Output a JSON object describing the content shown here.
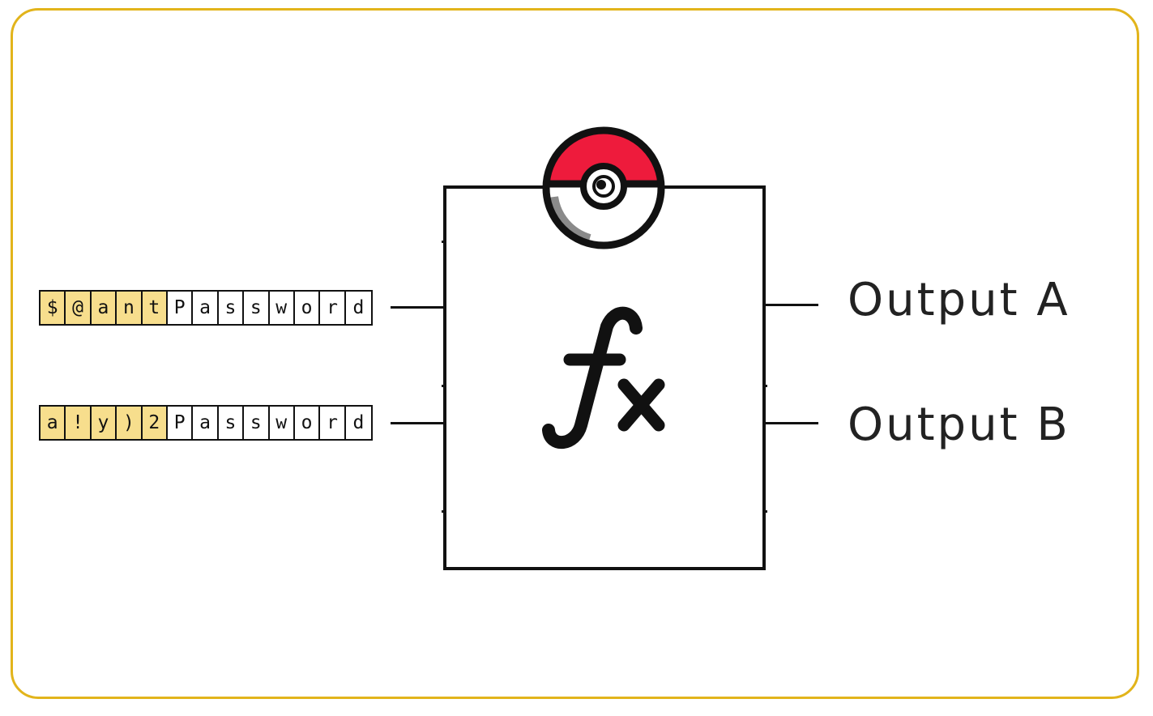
{
  "inputs": [
    {
      "salt": [
        "$",
        "@",
        "a",
        "n",
        "t"
      ],
      "password": [
        "P",
        "a",
        "s",
        "s",
        "w",
        "o",
        "r",
        "d"
      ]
    },
    {
      "salt": [
        "a",
        "!",
        "y",
        ")",
        "2"
      ],
      "password": [
        "P",
        "a",
        "s",
        "s",
        "w",
        "o",
        "r",
        "d"
      ]
    }
  ],
  "outputs": {
    "a": "Output A",
    "b": "Output B"
  },
  "function_symbol": {
    "f": "f",
    "x": "x"
  },
  "icons": {
    "function_badge": "pokeball-icon"
  },
  "colors": {
    "frame": "#e2b41b",
    "salt_cell": "#f7de8d",
    "pokeball_red": "#ee1b3c",
    "pokeball_shade": "#8a8a8a",
    "ink": "#111111"
  }
}
